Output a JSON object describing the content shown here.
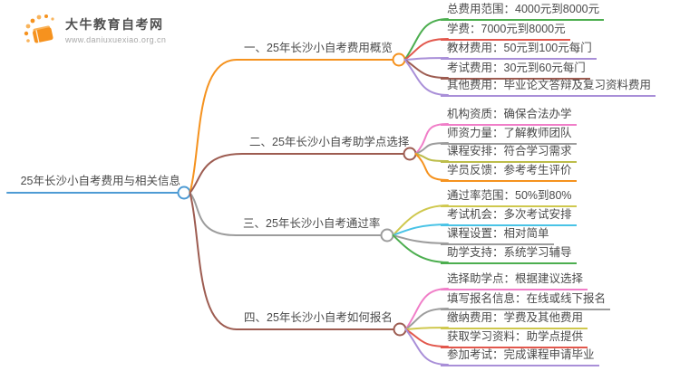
{
  "logo": {
    "title": "大牛教育自考网",
    "url": "www.daniuxuexiao.org.cn",
    "icon": "book-sunburst-icon",
    "brand_color": "#f6921e"
  },
  "mindmap": {
    "central": {
      "label": "25年长沙小自考费用与相关信息",
      "color": "#4e9bd4"
    },
    "branches": [
      {
        "label": "一、25年长沙小自考费用概览",
        "color": "#f5921e",
        "items": [
          {
            "label": "总费用范围：4000元到8000元",
            "color": "#4cae4f"
          },
          {
            "label": "学费：7000元到8000元",
            "color": "#e2574c"
          },
          {
            "label": "教材费用：50元到100元每门",
            "color": "#a98fd8"
          },
          {
            "label": "考试费用：30元到60元每门",
            "color": "#9d5c51"
          },
          {
            "label": "其他费用：毕业论文答辩及复习资料费用",
            "color": "#a98fd8"
          }
        ]
      },
      {
        "label": "二、25年长沙小自考助学点选择",
        "color": "#9d5c51",
        "items": [
          {
            "label": "机构资质：确保合法办学",
            "color": "#f07ec8"
          },
          {
            "label": "师资力量：了解教师团队",
            "color": "#9c9c9c"
          },
          {
            "label": "课程安排：符合学习需求",
            "color": "#bcbd4b"
          },
          {
            "label": "学员反馈：参考考生评价",
            "color": "#f5921e"
          }
        ]
      },
      {
        "label": "三、25年长沙小自考通过率",
        "color": "#9c9c9c",
        "items": [
          {
            "label": "通过率范围：50%到80%",
            "color": "#cfc84e"
          },
          {
            "label": "考试机会：多次考试安排",
            "color": "#49c3e6"
          },
          {
            "label": "课程设置：相对简单",
            "color": "#9c9c9c"
          },
          {
            "label": "助学支持：系统学习辅导",
            "color": "#4cae4f"
          }
        ]
      },
      {
        "label": "四、25年长沙小自考如何报名",
        "color": "#9d5c51",
        "items": [
          {
            "label": "选择助学点：根据建议选择",
            "color": "#f07ec8"
          },
          {
            "label": "填写报名信息：在线或线下报名",
            "color": "#9c9c9c"
          },
          {
            "label": "缴纳费用：学费及其他费用",
            "color": "#cfc84e"
          },
          {
            "label": "获取学习资料：助学点提供",
            "color": "#e2574c"
          },
          {
            "label": "参加考试：完成课程申请毕业",
            "color": "#a98fd8"
          }
        ]
      }
    ]
  }
}
